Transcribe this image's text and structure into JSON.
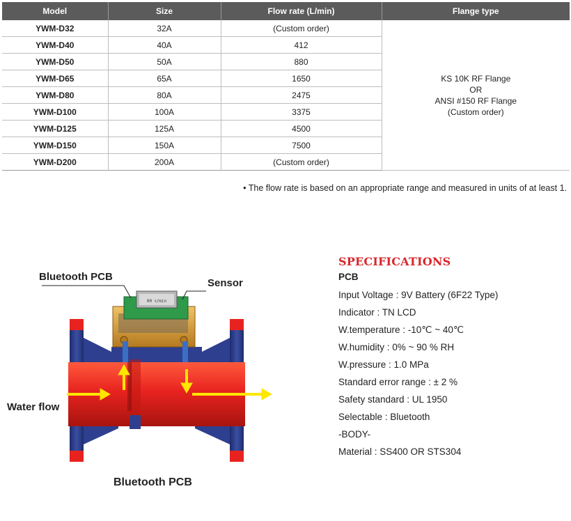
{
  "table": {
    "headers": [
      "Model",
      "Size",
      "Flow rate (L/min)",
      "Flange type"
    ],
    "rows": [
      {
        "model": "YWM-D32",
        "size": "32A",
        "flow": "(Custom order)"
      },
      {
        "model": "YWM-D40",
        "size": "40A",
        "flow": "412"
      },
      {
        "model": "YWM-D50",
        "size": "50A",
        "flow": "880"
      },
      {
        "model": "YWM-D65",
        "size": "65A",
        "flow": "1650"
      },
      {
        "model": "YWM-D80",
        "size": "80A",
        "flow": "2475"
      },
      {
        "model": "YWM-D100",
        "size": "100A",
        "flow": "3375"
      },
      {
        "model": "YWM-D125",
        "size": "125A",
        "flow": "4500"
      },
      {
        "model": "YWM-D150",
        "size": "150A",
        "flow": "7500"
      },
      {
        "model": "YWM-D200",
        "size": "200A",
        "flow": "(Custom order)"
      }
    ],
    "flange_lines": [
      "KS 10K RF Flange",
      "OR",
      "ANSI #150 RF Flange",
      "(Custom order)"
    ]
  },
  "footnote": "• The flow rate is based on an appropriate range and measured in units of at least 1.",
  "diagram": {
    "label_pcb": "Bluetooth PCB",
    "label_sensor": "Sensor",
    "label_water": "Water flow",
    "caption": "Bluetooth PCB",
    "lcd_text": "00 ℓ/min",
    "colors": {
      "body_red": "#e8231f",
      "flange_blue": "#2f3f8f",
      "housing_gold": "#d9a13a",
      "pcb_green": "#2e9a4a",
      "arrow_yellow": "#ffe600"
    }
  },
  "specs": {
    "title": "SPECIFICATIONS",
    "subtitle": "PCB",
    "items": [
      "Input Voltage : 9V Battery (6F22 Type)",
      "Indicator : TN LCD",
      "W.temperature : -10℃ ~ 40℃",
      "W.humidity : 0% ~ 90 % RH",
      "W.pressure : 1.0 MPa",
      "Standard error range : ± 2 %",
      "Safety standard : UL 1950",
      "Selectable : Bluetooth",
      "-BODY-",
      "Material : SS400 OR STS304"
    ]
  }
}
